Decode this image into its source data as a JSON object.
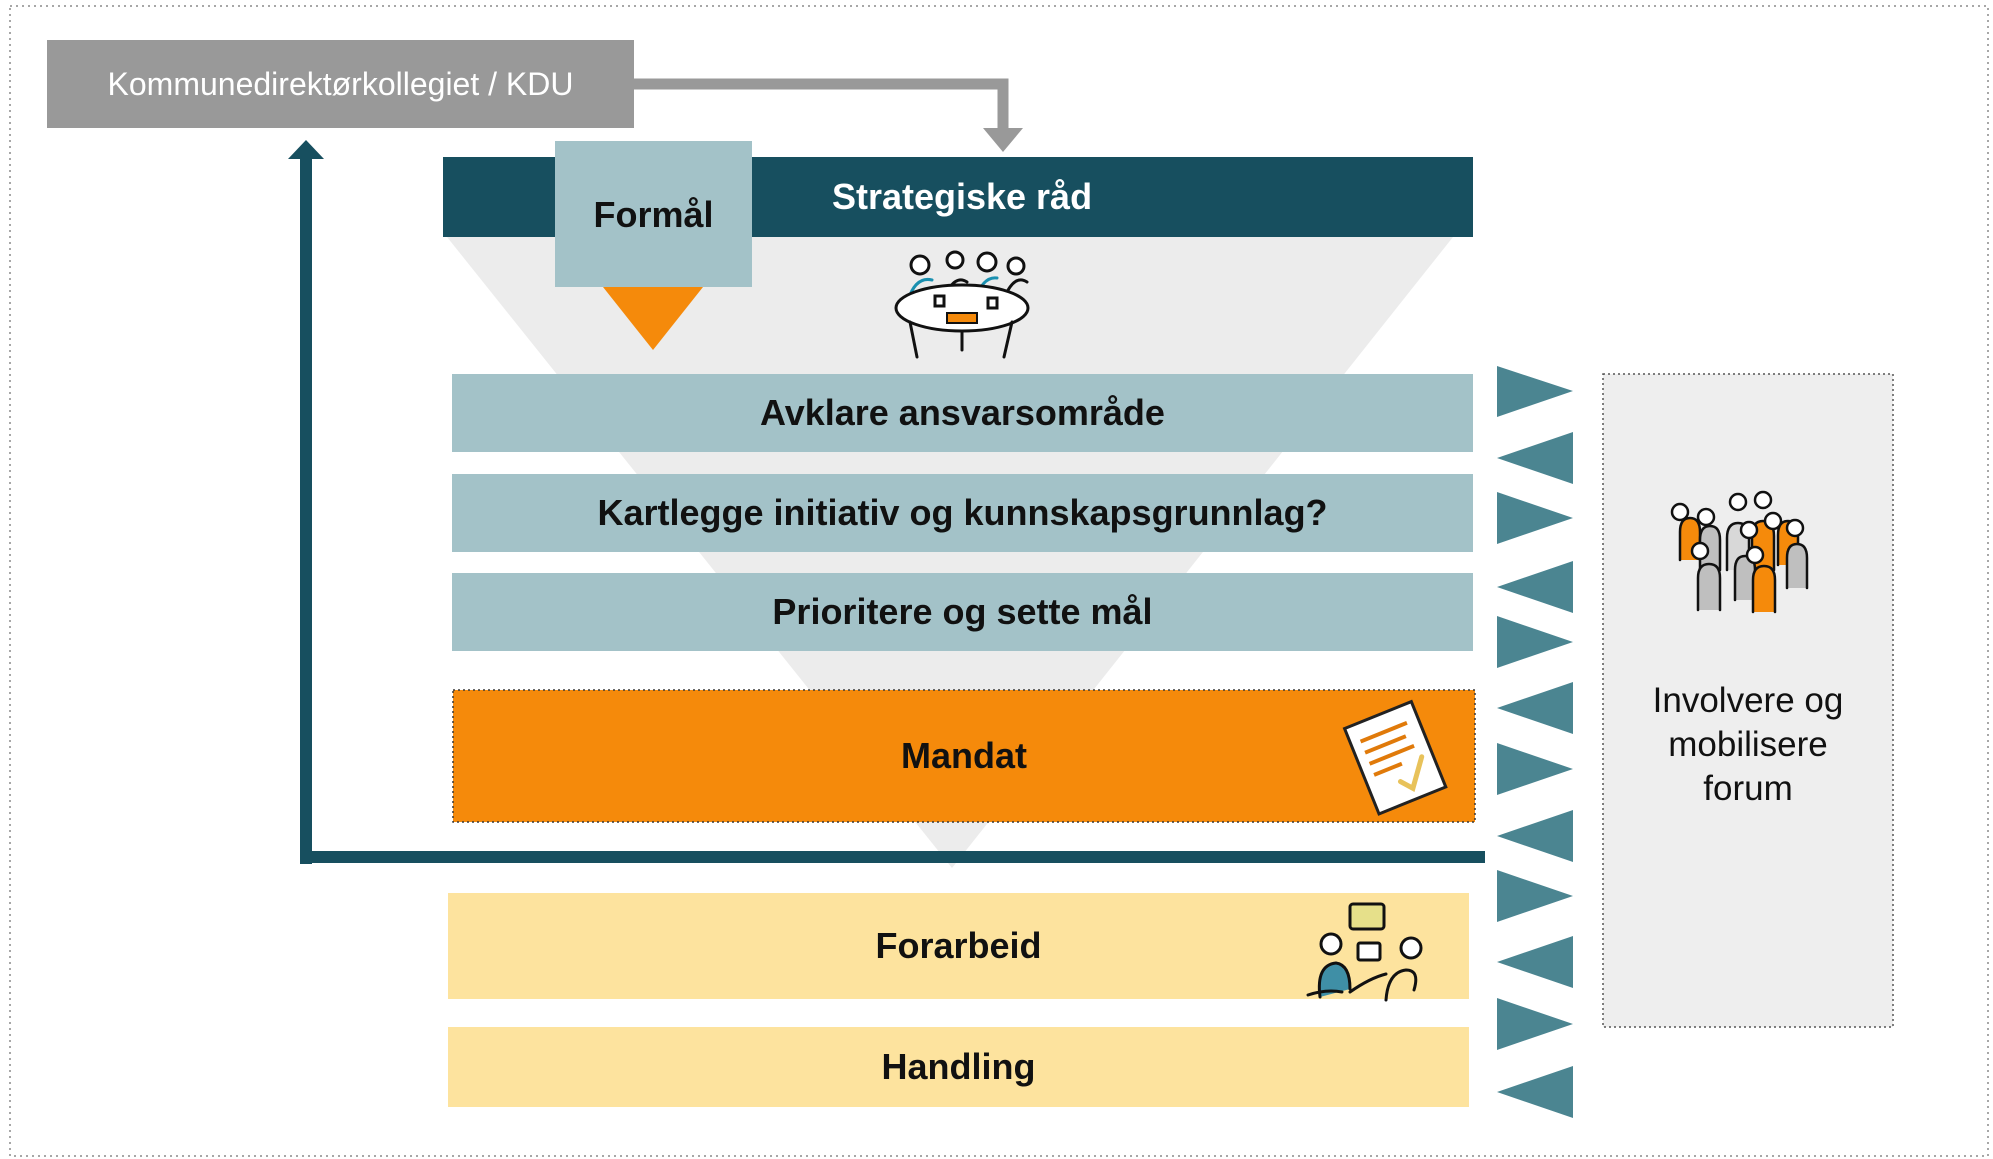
{
  "diagram": {
    "kdu_label": "Kommunedirektørkollegiet / KDU",
    "header_label": "Strategiske råd",
    "purpose_label": "Formål",
    "steps": [
      {
        "label": "Avklare ansvarsområde"
      },
      {
        "label": "Kartlegge initiativ og kunnskapsgrunnlag?"
      },
      {
        "label": "Prioritere og sette mål"
      }
    ],
    "mandate_label": "Mandat",
    "lower_steps": [
      {
        "label": "Forarbeid"
      },
      {
        "label": "Handling"
      }
    ],
    "forum_label": "Involvere og mobilisere forum",
    "colors": {
      "dark_teal": "#174f5f",
      "light_teal": "#a3c2c8",
      "mid_teal": "#4b8591",
      "orange": "#f58a0b",
      "light_yellow": "#fde39e",
      "gray_box": "#999999",
      "funnel": "#ececec",
      "forum_bg": "#eeeeee"
    },
    "icons": [
      "meeting-table-icon",
      "checklist-document-icon",
      "discussion-people-icon",
      "crowd-people-icon"
    ]
  }
}
